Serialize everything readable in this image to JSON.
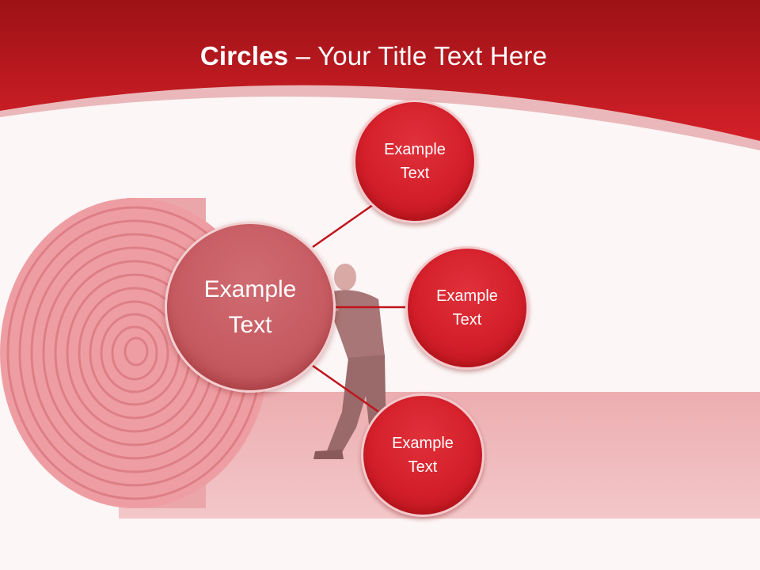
{
  "slide": {
    "title_bold": "Circles",
    "title_rest": " – Your Title Text Here"
  },
  "diagram": {
    "center": {
      "label": "Example Text",
      "line1": "Example",
      "line2": "Text"
    },
    "nodes": [
      {
        "line1": "Example",
        "line2": "Text"
      },
      {
        "line1": "Example",
        "line2": "Text"
      },
      {
        "line1": "Example",
        "line2": "Text"
      }
    ],
    "colors": {
      "accent": "#d41f2a",
      "header": "#c8161e",
      "center": "#c65a61",
      "connector": "#c0151c"
    }
  }
}
